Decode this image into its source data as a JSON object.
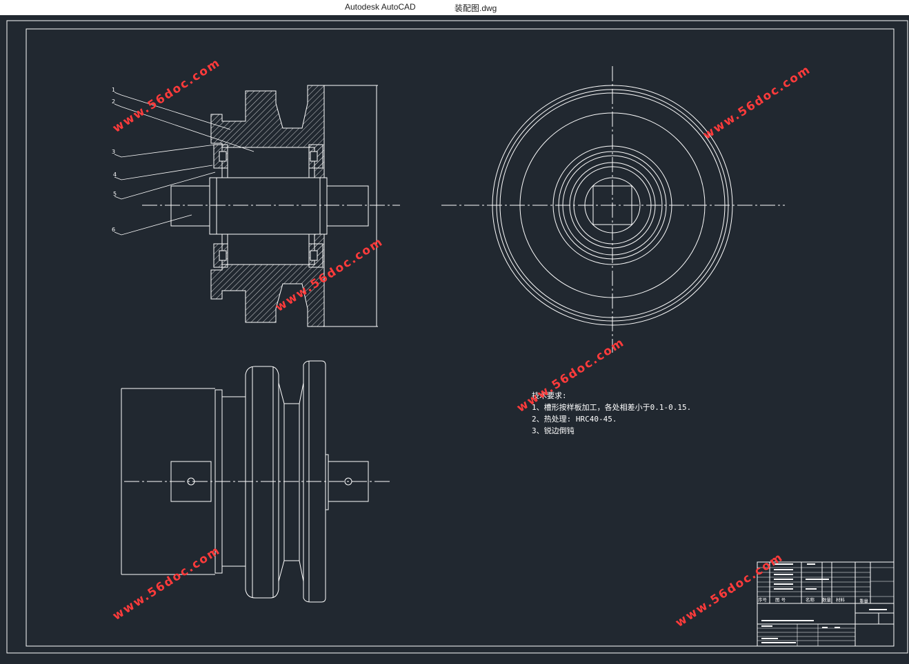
{
  "window": {
    "app_title": "Autodesk AutoCAD",
    "document_title": "装配图.dwg"
  },
  "drawing": {
    "background_color": "#212830",
    "line_color": "#ffffff",
    "balloon_labels": [
      "1",
      "2",
      "3",
      "4",
      "5",
      "6"
    ],
    "technical_requirements": {
      "heading": "技术要求:",
      "items": [
        "1、槽形按样板加工，各处相差小于0.1-0.15.",
        "2、热处理: HRC40-45.",
        "3、锐边倒钝"
      ]
    },
    "title_block": {
      "parts_header": [
        "序号",
        "图 号",
        "名称",
        "数量",
        "材料"
      ],
      "weight_label": "重量"
    },
    "watermark": {
      "text": "www.56doc.com",
      "color": "#ff3b3b",
      "count": 6
    }
  }
}
